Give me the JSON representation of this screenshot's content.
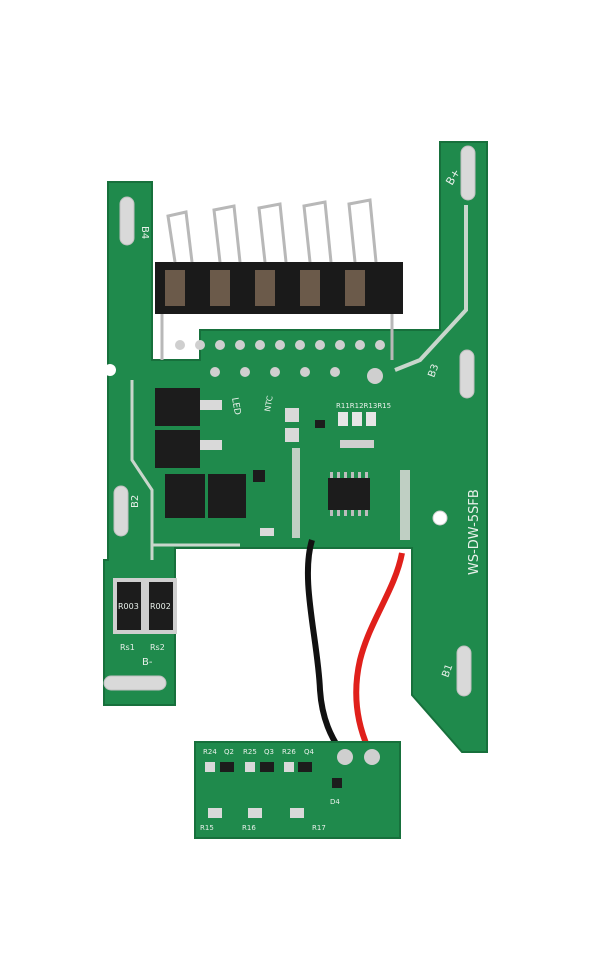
{
  "board": {
    "model": "WS-DW-5SFB",
    "labels": {
      "b_plus": "B+",
      "b4": "B4",
      "b3": "B3",
      "b2": "B2",
      "b1": "B1",
      "b_minus": "B-",
      "led": "LED",
      "ntc": "NTC",
      "rs1": "Rs1",
      "rs2": "Rs2",
      "r003": "R003",
      "r002": "R002",
      "r11_r15": "R11R12R13R15"
    }
  },
  "subboard": {
    "labels": {
      "r24": "R24",
      "q2": "Q2",
      "r25": "R25",
      "q3": "Q3",
      "r26": "R26",
      "q4": "Q4",
      "d4": "D4",
      "r15": "R15",
      "r16": "R16",
      "r17": "R17"
    }
  },
  "colors": {
    "pcb": "#1f8a4c",
    "pcb_edge": "#17703c",
    "pad": "#d9d9d9",
    "chip": "#1c1c1c",
    "wire_black": "#111111",
    "wire_red": "#e0201b"
  }
}
